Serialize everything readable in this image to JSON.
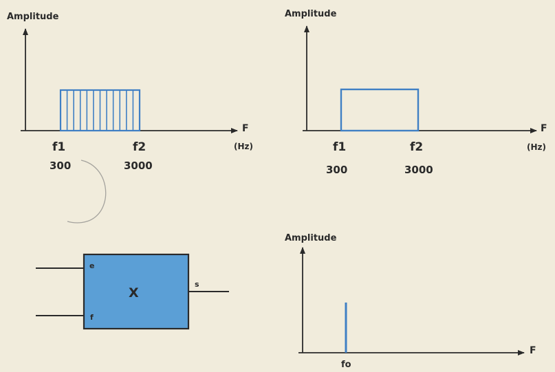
{
  "panels": {
    "top_left": {
      "ylabel": "Amplitude",
      "xlabel": "F",
      "unit": "(Hz)",
      "f1_label": "f1",
      "f2_label": "f2",
      "f1_value": "300",
      "f2_value": "3000",
      "stripe_count": 12
    },
    "top_right": {
      "ylabel": "Amplitude",
      "xlabel": "F",
      "unit": "(Hz)",
      "f1_label": "f1",
      "f2_label": "f2",
      "f1_value": "300",
      "f2_value": "3000"
    },
    "bottom_right": {
      "ylabel": "Amplitude",
      "xlabel": "F",
      "f0_label": "fo"
    }
  },
  "block": {
    "label": "X",
    "input_top": "e",
    "input_bottom": "f",
    "output": "s"
  },
  "colors": {
    "paper": "#f1ecdc",
    "ink": "#2a2a2a",
    "spectrum": "#3f7fc4",
    "block_fill": "#5b9fd6"
  }
}
